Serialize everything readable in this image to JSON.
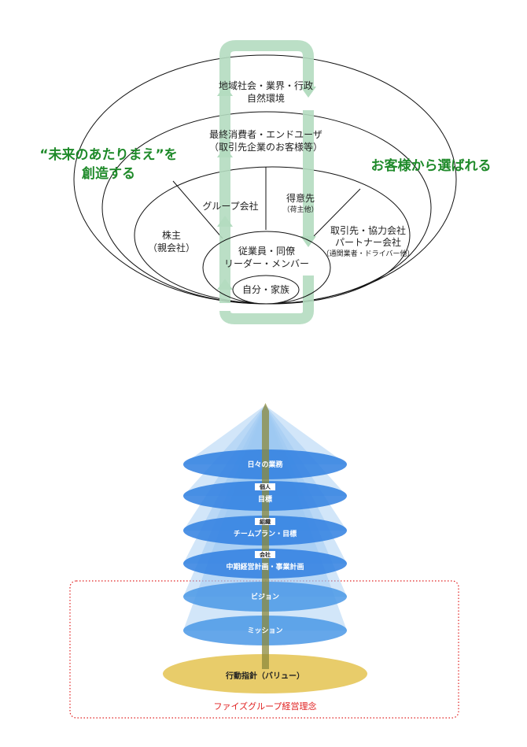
{
  "stakeholder_diagram": {
    "left_slogan": [
      "“未来のあたりまえ”を",
      "創造する"
    ],
    "right_slogan": "お客様から選ばれる",
    "rings": {
      "society": [
        "地域社会・業界・行政",
        "自然環境"
      ],
      "consumers": [
        "最終消費者・エンドユーザ",
        "（取引先企業のお客様等）"
      ],
      "shareholders": [
        "株主",
        "（親会社）"
      ],
      "group": "グループ会社",
      "clients": [
        "得意先",
        "（荷主他）"
      ],
      "partners": [
        "取引先・協力会社",
        "パートナー会社",
        "（通関業者・ドライバー他）"
      ],
      "employees": [
        "従業員・同僚",
        "リーダー・メンバー"
      ],
      "self": "自分・家族"
    },
    "colors": {
      "green": "#1f8a2a",
      "arrow": "#b4dcc0"
    }
  },
  "philosophy_diagram": {
    "layers": [
      {
        "tag": "",
        "label": "日々の業務"
      },
      {
        "tag": "個人",
        "label": "目標"
      },
      {
        "tag": "組織",
        "label": "チームプラン・目標"
      },
      {
        "tag": "会社",
        "label": "中期経営計画・事業計画"
      },
      {
        "tag": "",
        "label": "ビジョン"
      },
      {
        "tag": "",
        "label": "ミッション"
      }
    ],
    "base": "行動指針（バリュー）",
    "frame_label": "ファイズグループ経営理念",
    "colors": {
      "blue": "#2f7fe0",
      "gold": "#e8cc6a",
      "red": "#e02020"
    }
  }
}
